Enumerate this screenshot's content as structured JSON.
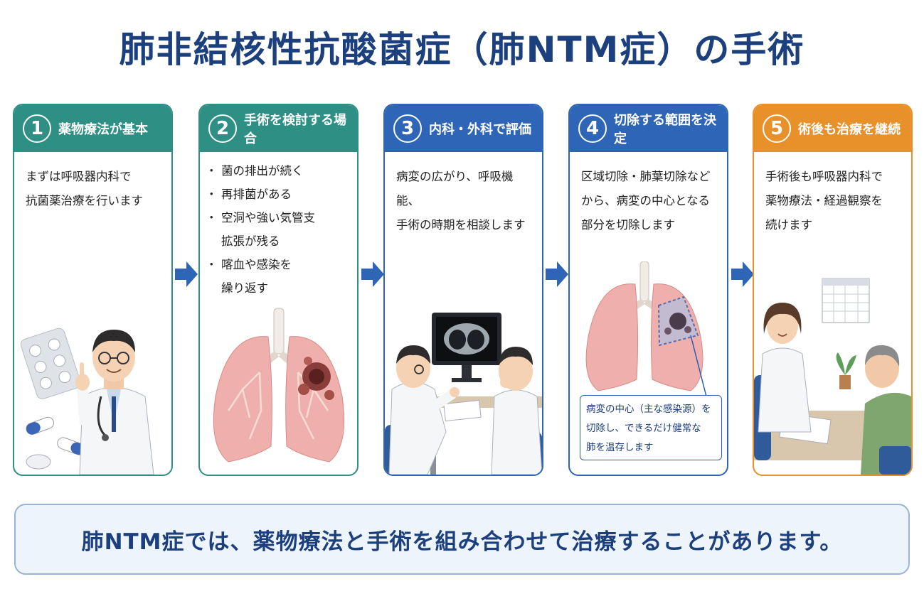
{
  "title": "肺非結核性抗酸菌症（肺NTM症）の手術",
  "steps": [
    {
      "number": "1",
      "heading": "薬物療法が基本",
      "lines": [
        "まずは呼吸器内科で",
        "抗菌薬治療を行います"
      ],
      "color": "#2e8f84"
    },
    {
      "number": "2",
      "heading": "手術を検討する場合",
      "bullets": [
        [
          "菌の排出が続く"
        ],
        [
          "再排菌がある"
        ],
        [
          "空洞や強い気管支",
          "拡張が残る"
        ],
        [
          "喀血や感染を",
          "繰り返す"
        ]
      ],
      "color": "#2e8f84"
    },
    {
      "number": "3",
      "heading": "内科・外科で評価",
      "lines": [
        "病変の広がり、呼吸機能、",
        "手術の時期を相談します"
      ],
      "color": "#2f65b7"
    },
    {
      "number": "4",
      "heading": "切除する範囲を決定",
      "lines": [
        "区域切除・肺葉切除など",
        "から、病変の中心となる",
        "部分を切除します"
      ],
      "note": [
        "病変の中心（主な感染源）を",
        "切除し、できるだけ健常な",
        "肺を温存します"
      ],
      "color": "#2f65b7"
    },
    {
      "number": "5",
      "heading": "術後も治療を継続",
      "lines": [
        "手術後も呼吸器内科で",
        "薬物療法・経過観察を",
        "続けます"
      ],
      "color": "#e8902a"
    }
  ],
  "footer": "肺NTM症では、薬物療法と手術を組み合わせて治療することがあります。"
}
